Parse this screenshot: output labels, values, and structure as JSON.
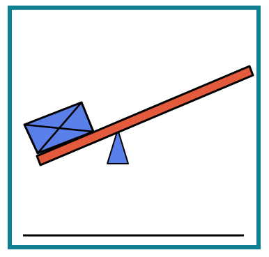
{
  "colors": {
    "frame": "#0f7f93",
    "background": "#ffffff",
    "plank": "#e35a3c",
    "box": "#5b7fe8",
    "fulcrum": "#5b7fe8",
    "outline": "#000000",
    "ground": "#000000"
  },
  "scene": {
    "objects": [
      "frame",
      "plank",
      "box",
      "fulcrum",
      "ground-line"
    ],
    "box_side": "left",
    "box_marking": "X"
  }
}
